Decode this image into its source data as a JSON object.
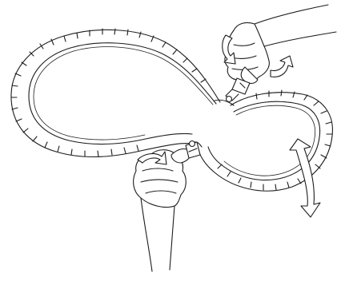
{
  "illustration": {
    "subject": "figure-eight-band-fold",
    "colors": {
      "ink": "#1c1c1c",
      "paper": "#ffffff"
    },
    "parts": [
      {
        "name": "band",
        "icon": "serrated-ring-icon"
      },
      {
        "name": "upper-hand",
        "icon": "hand-icon"
      },
      {
        "name": "lower-hand",
        "icon": "hand-icon"
      },
      {
        "name": "upper-clip",
        "icon": "clip-icon"
      },
      {
        "name": "lower-clip",
        "icon": "clip-icon"
      },
      {
        "name": "upper-twist-arrow",
        "icon": "curved-arrow-icon"
      },
      {
        "name": "rotate-arrow",
        "icon": "double-curved-arrow-icon"
      }
    ]
  }
}
